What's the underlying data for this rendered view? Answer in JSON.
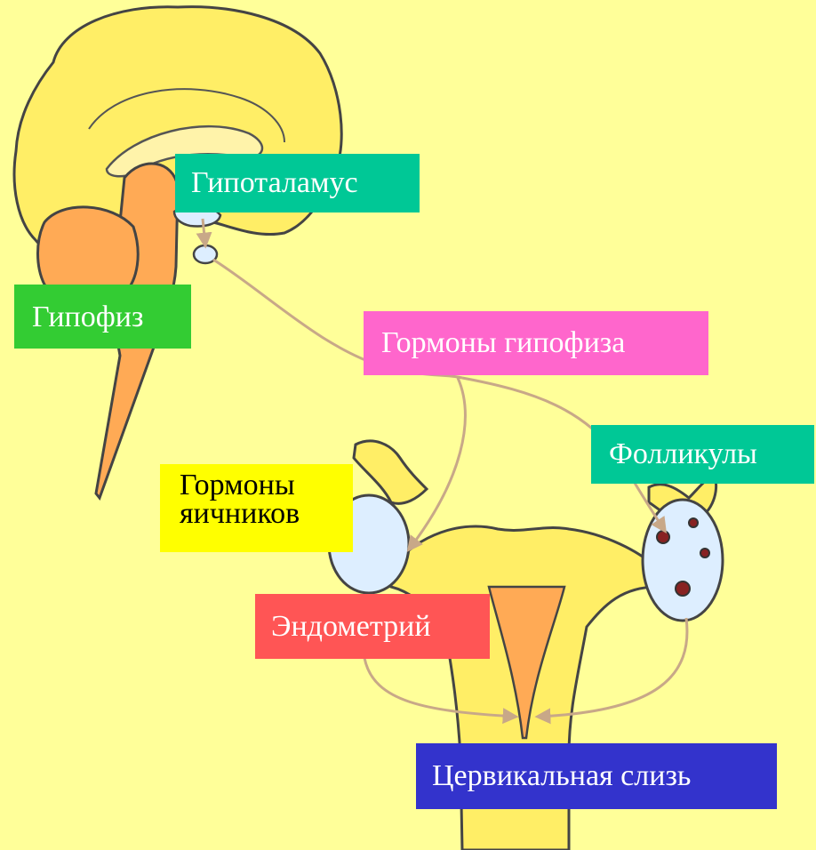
{
  "labels": {
    "hypothalamus": "Гипоталамус",
    "pituitary": "Гипофиз",
    "pituitary_hormones": "Гормоны гипофиза",
    "follicles": "Фолликулы",
    "ovarian_hormones_line1": "Гормоны",
    "ovarian_hormones_line2": "яичников",
    "endometrium": "Эндометрий",
    "cervical_mucus": "Цервикальная слизь"
  },
  "colors": {
    "background": "#ffff99",
    "brain": "#ffee66",
    "brainstem": "#ffaa55",
    "ovary": "#ddeeff",
    "follicle": "#882222",
    "arrow": "#c8a888",
    "hypothalamus_label": "#00c896",
    "pituitary_label": "#33cc33",
    "pituitary_hormones_label": "#ff66cc",
    "follicles_label": "#00c896",
    "ovarian_hormones_label": "#ffff00",
    "endometrium_label": "#ff5555",
    "cervical_mucus_label": "#3333cc"
  }
}
